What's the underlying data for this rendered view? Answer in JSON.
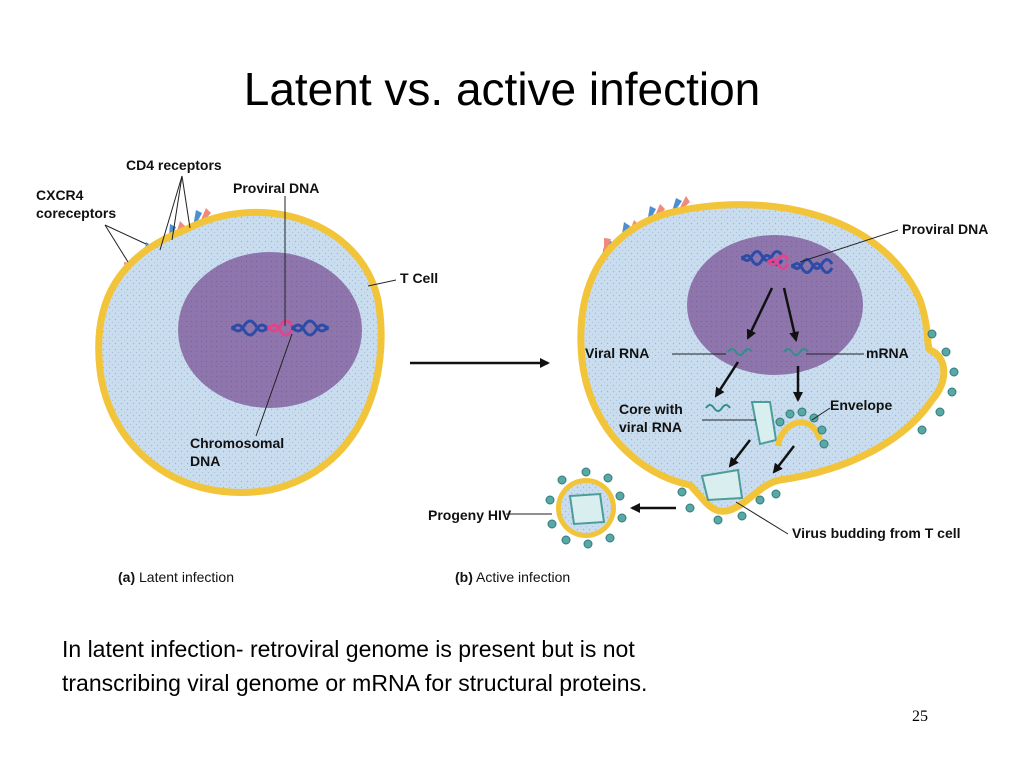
{
  "slide": {
    "title": "Latent vs. active  infection",
    "caption_lines": [
      "In latent infection- retroviral genome is present but is not",
      "transcribing viral genome or mRNA for structural proteins."
    ],
    "page_number": "25"
  },
  "figure": {
    "latent": {
      "label_cd4": "CD4 receptors",
      "label_cxcr4_1": "CXCR4",
      "label_cxcr4_2": "coreceptors",
      "label_proviral": "Proviral DNA",
      "label_tcell": "T Cell",
      "label_chromosomal_1": "Chromosomal",
      "label_chromosomal_2": "DNA",
      "caption_letter": "(a)",
      "caption_text": "Latent infection"
    },
    "active": {
      "label_proviral": "Proviral DNA",
      "label_viral_rna": "Viral RNA",
      "label_mrna": "mRNA",
      "label_core_1": "Core with",
      "label_core_2": "viral RNA",
      "label_envelope": "Envelope",
      "label_progeny": "Progeny HIV",
      "label_budding": "Virus budding from T cell",
      "caption_letter": "(b)",
      "caption_text": "Active infection"
    },
    "colors": {
      "membrane": "#f2c43a",
      "cytoplasm": "#c9ddef",
      "nucleus": "#8e76ad",
      "dna_blue": "#2c4ca8",
      "dna_pink": "#e0458c",
      "virion_teal": "#5aa8a6",
      "receptor_blue": "#4d8fd0",
      "receptor_salmon": "#f08a7a"
    }
  }
}
